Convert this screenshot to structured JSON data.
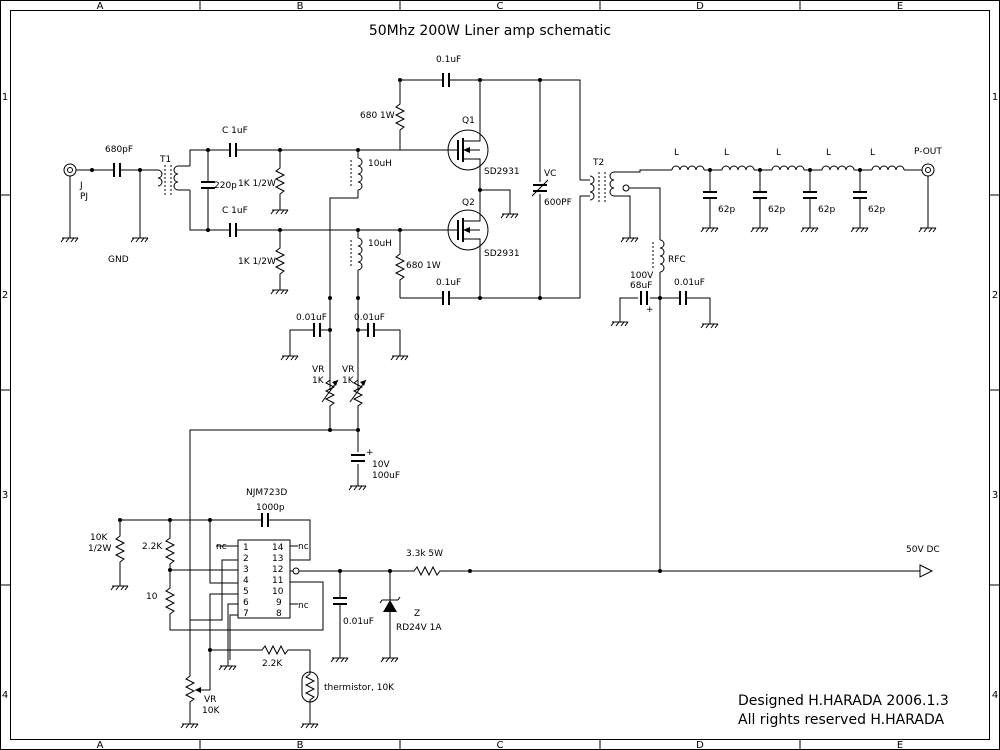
{
  "title": "50Mhz 200W Liner amp schematic",
  "border": {
    "columns": [
      "A",
      "B",
      "C",
      "D",
      "E"
    ],
    "rows": [
      "1",
      "2",
      "3",
      "4"
    ]
  },
  "labels": {
    "c_in": "680pF",
    "jack_j": "J",
    "jack_pj": "PJ",
    "gnd": "GND",
    "t1": "T1",
    "c220": "220p",
    "c1u_top": "C 1uF",
    "c1u_bot": "C 1uF",
    "r1k_top": "1K 1/2W",
    "r1k_bot": "1K 1/2W",
    "r680_top": "680 1W",
    "r680_bot": "680 1W",
    "l10u_top": "10uH",
    "l10u_bot": "10uH",
    "q1": "Q1",
    "q2": "Q2",
    "sd1": "SD2931",
    "sd2": "SD2931",
    "c01_top": "0.1uF",
    "c01_bot": "0.1uF",
    "vc": "VC",
    "vc_val": "600PF",
    "t2": "T2",
    "l1": "L",
    "l2": "L",
    "l3": "L",
    "l4": "L",
    "l5": "L",
    "c62_1": "62p",
    "c62_2": "62p",
    "c62_3": "62p",
    "c62_4": "62p",
    "pout": "P-OUT",
    "rfc": "RFC",
    "c68_v": "100V",
    "c68": "68uF",
    "c001_rfc": "0.01uF",
    "c001_l": "0.01uF",
    "c001_r": "0.01uF",
    "vr_l": "VR",
    "vr_l_val": "1K",
    "vr_r": "VR",
    "vr_r_val": "1K",
    "c100_v": "10V",
    "c100": "100uF",
    "ic": "NJM723D",
    "c1000p": "1000p",
    "r10k": "10K",
    "r10k_w": "1/2W",
    "r22k_v": "2.2K",
    "r10": "10",
    "nc1": "nc",
    "nc14": "nc",
    "nc8": "nc",
    "pin1": "1",
    "pin2": "2",
    "pin3": "3",
    "pin4": "4",
    "pin5": "5",
    "pin6": "6",
    "pin7": "7",
    "pin14": "14",
    "pin13": "13",
    "pin12": "12",
    "pin11": "11",
    "pin10": "10",
    "pin9": "9",
    "pin8": "8",
    "c001_reg": "0.01uF",
    "r33k": "3.3k 5W",
    "z": "Z",
    "z_val": "RD24V 1A",
    "v50": "50V DC",
    "r22k_h": "2.2K",
    "vr_bot": "VR",
    "vr_bot_val": "10K",
    "therm": "thermistor, 10K"
  },
  "credit": {
    "line1": "Designed H.HARADA 2006.1.3",
    "line2": "All rights reserved H.HARADA"
  }
}
